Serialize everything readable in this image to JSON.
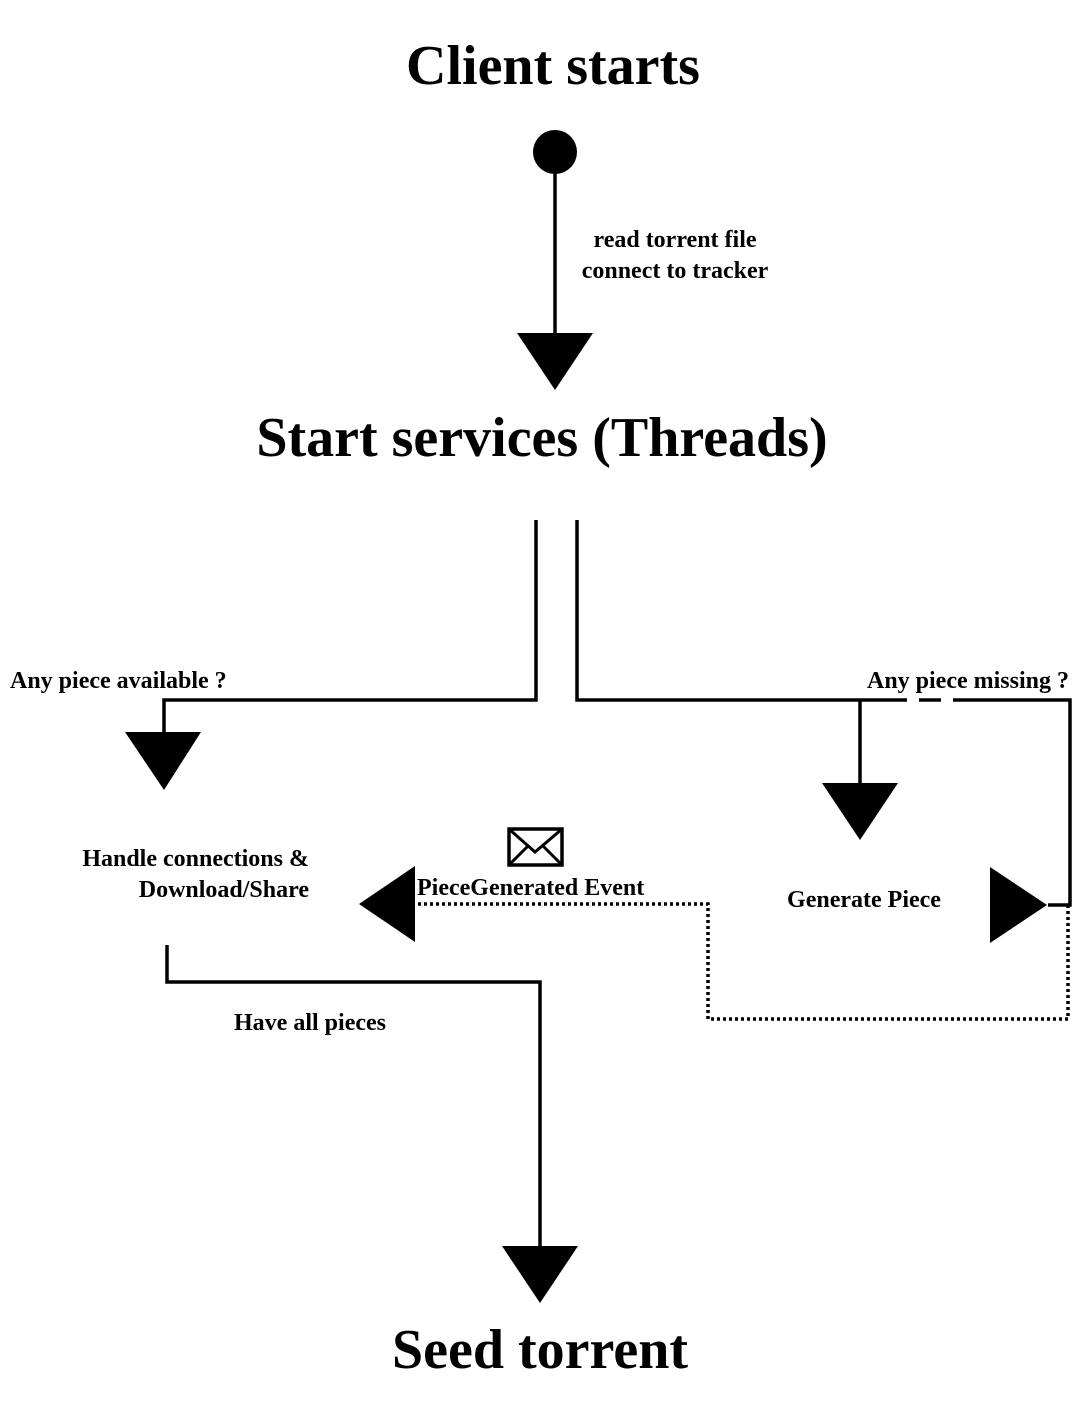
{
  "title_start": "Client starts",
  "edge_start": [
    "read torrent file",
    "connect to tracker"
  ],
  "services": "Start services (Threads)",
  "branch_left": "Any piece available ?",
  "branch_right": "Any piece missing ?",
  "handle": [
    "Handle connections &",
    "Download/Share"
  ],
  "event": "PieceGenerated Event",
  "event_icon": "envelope-icon",
  "generate": "Generate Piece",
  "have_all": "Have all pieces",
  "title_end": "Seed torrent"
}
